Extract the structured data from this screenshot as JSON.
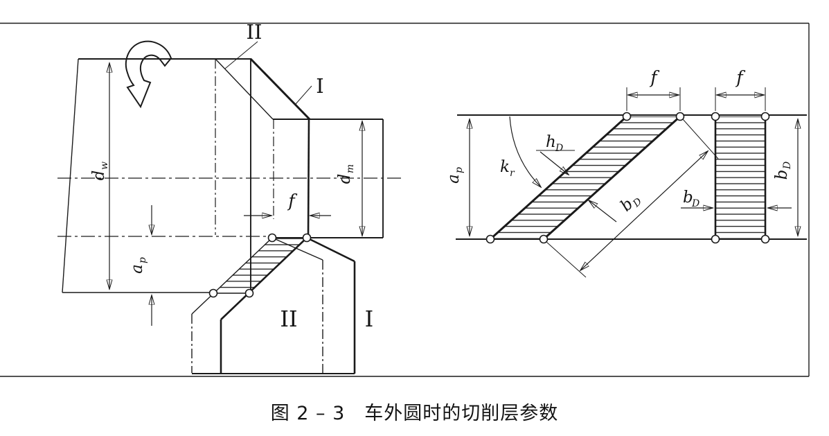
{
  "colors": {
    "ink": "#1a1a1a",
    "frame": "#c8c8c8",
    "background": "#ffffff"
  },
  "caption": {
    "figure_number": "图 2 – 3",
    "title": "车外圆时的切削层参数"
  },
  "left_view": {
    "surface_label_2": "II",
    "surface_label_1": "I",
    "tool_label_2": "II",
    "tool_label_1": "I",
    "dim_workpiece_diameter": {
      "main": "d",
      "sub": "w"
    },
    "dim_machined_diameter": {
      "main": "d",
      "sub": "m"
    },
    "dim_feed": "f",
    "dim_depth_of_cut": {
      "main": "a",
      "sub": "p"
    }
  },
  "right_view": {
    "dim_depth_of_cut": {
      "main": "a",
      "sub": "p"
    },
    "angle_lead": {
      "main": "k",
      "sub": "r"
    },
    "dim_thickness": {
      "main": "h",
      "sub": "D"
    },
    "dim_feed_left": "f",
    "dim_feed_right": "f",
    "dim_width_diagonal": {
      "main": "b",
      "sub": "D"
    },
    "dim_width_small": {
      "main": "b",
      "sub": "D"
    },
    "dim_width_right": {
      "main": "b",
      "sub": "D"
    }
  }
}
